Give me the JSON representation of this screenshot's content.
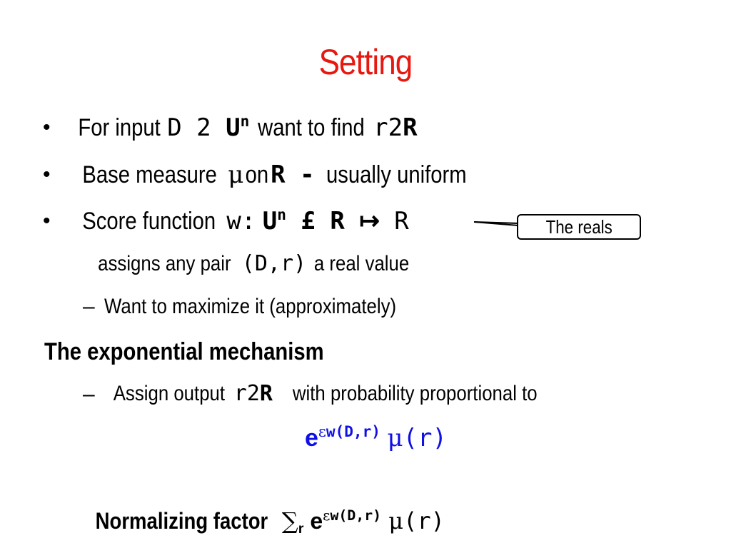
{
  "title": "Setting",
  "bullets": [
    {
      "marker": "•",
      "t1": "For input ",
      "D": "D",
      "in1": " 2 ",
      "U": "U",
      "n": "n",
      "t2": " want to find ",
      "r": "r",
      "in2": "2",
      "R": "R"
    },
    {
      "marker": "•",
      "t1": "Base measure ",
      "mu": "μ",
      "t2": " on ",
      "R": "R -",
      "t3": " usually uniform"
    },
    {
      "marker": "•",
      "t1": "Score function ",
      "w": "w:",
      "U": "U",
      "n": "n",
      "x": " £ R ",
      "arrow": "↦",
      "R": " R"
    }
  ],
  "callout": "The reals",
  "assigns": {
    "t1": "assigns any pair ",
    "pair": "(D,r)",
    "t2": " a real value"
  },
  "sub1": {
    "dash": "–",
    "text": "Want to maximize it (approximately)"
  },
  "heading": "The exponential mechanism",
  "sub2": {
    "dash": "–",
    "t1": "Assign output ",
    "r": "r",
    "in": "2",
    "R": "R",
    "t2": " with probability proportional to"
  },
  "formula": {
    "e": "e",
    "exp_eps": "ε",
    "exp_w": "w(D,r)",
    "mu": "μ",
    "arg": "(r)"
  },
  "normalizing": {
    "label": "Normalizing factor ",
    "sum": "∑",
    "sub_r": "r",
    "e": " e",
    "exp_eps": "ε",
    "exp_w": "w(D,r)",
    "mu": " μ",
    "arg": "(r)"
  },
  "colors": {
    "title": "#e8170f",
    "formula": "#1010e6"
  }
}
